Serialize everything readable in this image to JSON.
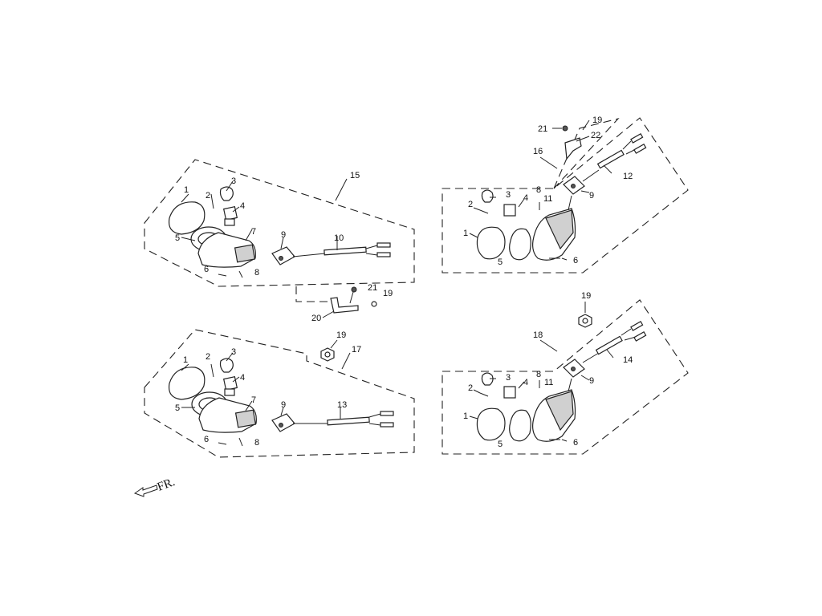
{
  "front_label": "FR.",
  "icons": {
    "direction_arrow": "arrow-left-icon"
  },
  "callouts": {
    "g1": [
      "1",
      "2",
      "3",
      "4",
      "5",
      "6",
      "7",
      "8",
      "9",
      "10",
      "15",
      "20",
      "21",
      "19"
    ],
    "g2": [
      "1",
      "2",
      "3",
      "4",
      "5",
      "6",
      "7",
      "8",
      "9",
      "13",
      "17",
      "19"
    ],
    "g3": [
      "1",
      "2",
      "3",
      "4",
      "5",
      "6",
      "8",
      "9",
      "11",
      "12",
      "16",
      "21",
      "22",
      "19"
    ],
    "g4": [
      "1",
      "2",
      "3",
      "4",
      "5",
      "6",
      "8",
      "9",
      "11",
      "14",
      "18",
      "19"
    ]
  }
}
